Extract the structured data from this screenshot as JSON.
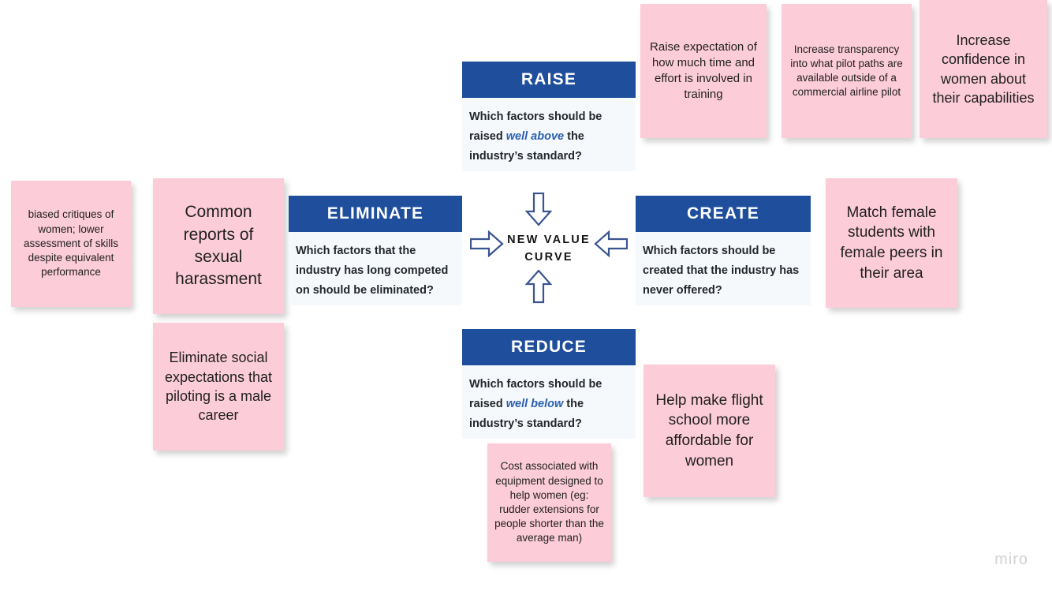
{
  "board": {
    "watermark": "miro",
    "center": {
      "label_line1": "NEW VALUE",
      "label_line2": "CURVE",
      "arrows": [
        "arrow-down",
        "arrow-right",
        "arrow-left",
        "arrow-up"
      ]
    },
    "accent_colors": {
      "header_blue": "#1f4e9c",
      "emphasis_blue": "#2b5fb0",
      "card_body": "#f6f9fc",
      "sticky_pink": "#fcccd9",
      "watermark_gray": "#d2d2d6"
    }
  },
  "cards": {
    "raise": {
      "title": "RAISE",
      "question_part1": "Which factors should be raised ",
      "question_emphasis": "well above",
      "question_part2": " the industry’s standard?"
    },
    "eliminate": {
      "title": "ELIMINATE",
      "question_part1": "Which factors that the industry has long competed on should be eliminated?",
      "question_emphasis": "",
      "question_part2": ""
    },
    "create": {
      "title": "CREATE",
      "question_part1": "Which factors should be created that the industry has never offered?",
      "question_emphasis": "",
      "question_part2": ""
    },
    "reduce": {
      "title": "REDUCE",
      "question_part1": "Which factors should be raised ",
      "question_emphasis": "well below",
      "question_part2": " the industry’s standard?"
    }
  },
  "notes": {
    "raise_1": "Raise expectation of how much time and effort is involved in training",
    "raise_2": "Increase transparency into what pilot paths are available outside of a commercial airline pilot",
    "raise_3": "Increase confidence in women about their capabilities",
    "eliminate_1": "biased critiques of women; lower assessment of skills despite equivalent performance",
    "eliminate_2": "Common reports of sexual harassment",
    "eliminate_3": "Eliminate social expectations that piloting is a male career",
    "create_1": "Match female students with female peers in their area",
    "reduce_1": "Cost associated with equipment designed to help women (eg: rudder extensions for  people shorter than the average man)",
    "reduce_2": "Help make flight school more affordable for women"
  }
}
